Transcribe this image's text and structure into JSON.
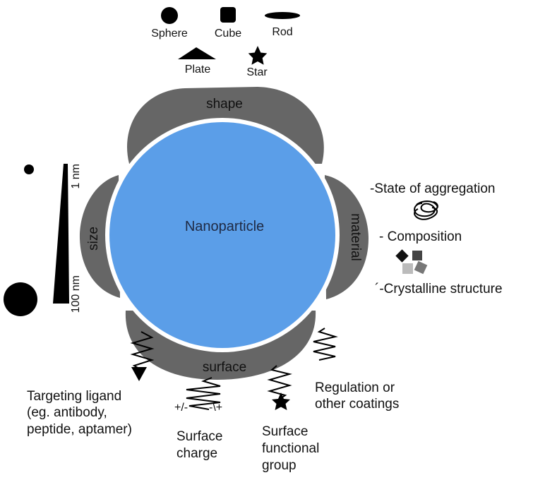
{
  "shapes": {
    "sphere": "Sphere",
    "cube": "Cube",
    "rod": "Rod",
    "plate": "Plate",
    "star": "Star"
  },
  "bands": {
    "shape": "shape",
    "size": "size",
    "material": "material",
    "surface": "surface"
  },
  "center_label": "Nanoparticle",
  "size_scale": {
    "small": "1 nm",
    "large": "100 nm"
  },
  "material_props": {
    "aggregation": "-State of aggregation",
    "composition": "- Composition",
    "crystalline": "´-Crystalline structure"
  },
  "surface_labels": {
    "ligand": [
      "Targeting ligand",
      "(eg. antibody,",
      "peptide, aptamer)"
    ],
    "charge_sign_left": "+/-",
    "charge_sign_right": "-\\+",
    "charge": [
      "Surface",
      "charge"
    ],
    "functional": [
      "Surface",
      "functional",
      "group"
    ],
    "regulation": [
      "Regulation or",
      "other coatings"
    ]
  },
  "colors": {
    "particle": "#5b9ee8",
    "band": "#666666",
    "ink": "#000000"
  }
}
